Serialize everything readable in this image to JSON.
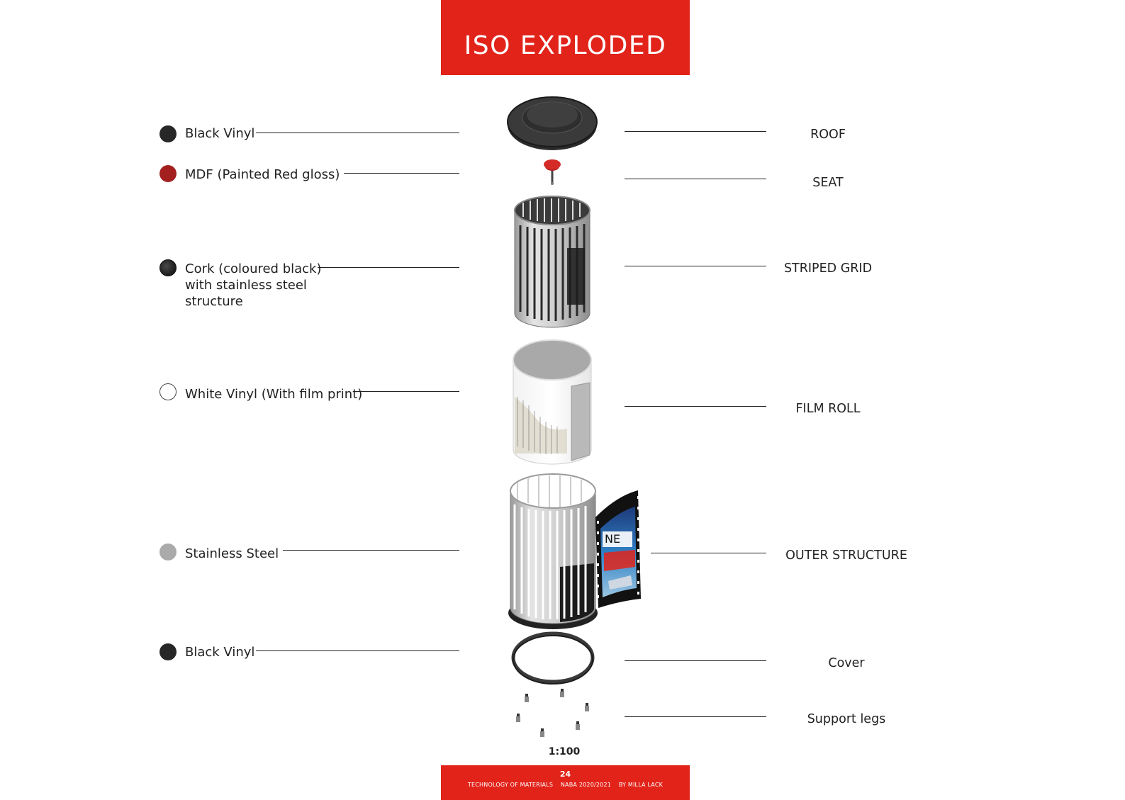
{
  "title": "ISO  EXPLODED",
  "materials": [
    {
      "label": "Black Vinyl",
      "color": "#272727",
      "icon": "black-dot-icon"
    },
    {
      "label": "MDF (Painted Red gloss)",
      "color": "#a3201f",
      "icon": "red-dot-icon"
    },
    {
      "label": "Cork (coloured black)\nwith stainless steel\nstructure",
      "color": "#2b2b2b",
      "icon": "cork-dot-icon"
    },
    {
      "label": "White Vinyl (With film print)",
      "color": "#ffffff",
      "icon": "white-dot-icon"
    },
    {
      "label": "Stainless Steel",
      "color": "#aaaaaa",
      "icon": "grey-dot-icon"
    },
    {
      "label": "Black Vinyl",
      "color": "#272727",
      "icon": "black-dot-icon"
    }
  ],
  "parts": [
    "ROOF",
    "SEAT",
    "STRIPED GRID",
    "FILM ROLL",
    "OUTER STRUCTURE",
    "Cover",
    "Support legs"
  ],
  "film_print_text": "NE",
  "scale": "1:100",
  "footer": {
    "page": "24",
    "course": "TECHNOLOGY OF MATERIALS",
    "school": "NABA 2020/2021",
    "author": "BY MILLA LACK"
  },
  "colors": {
    "accent": "#e2231a",
    "mdf_red": "#a3201f",
    "steel": "#b9b9b9"
  }
}
